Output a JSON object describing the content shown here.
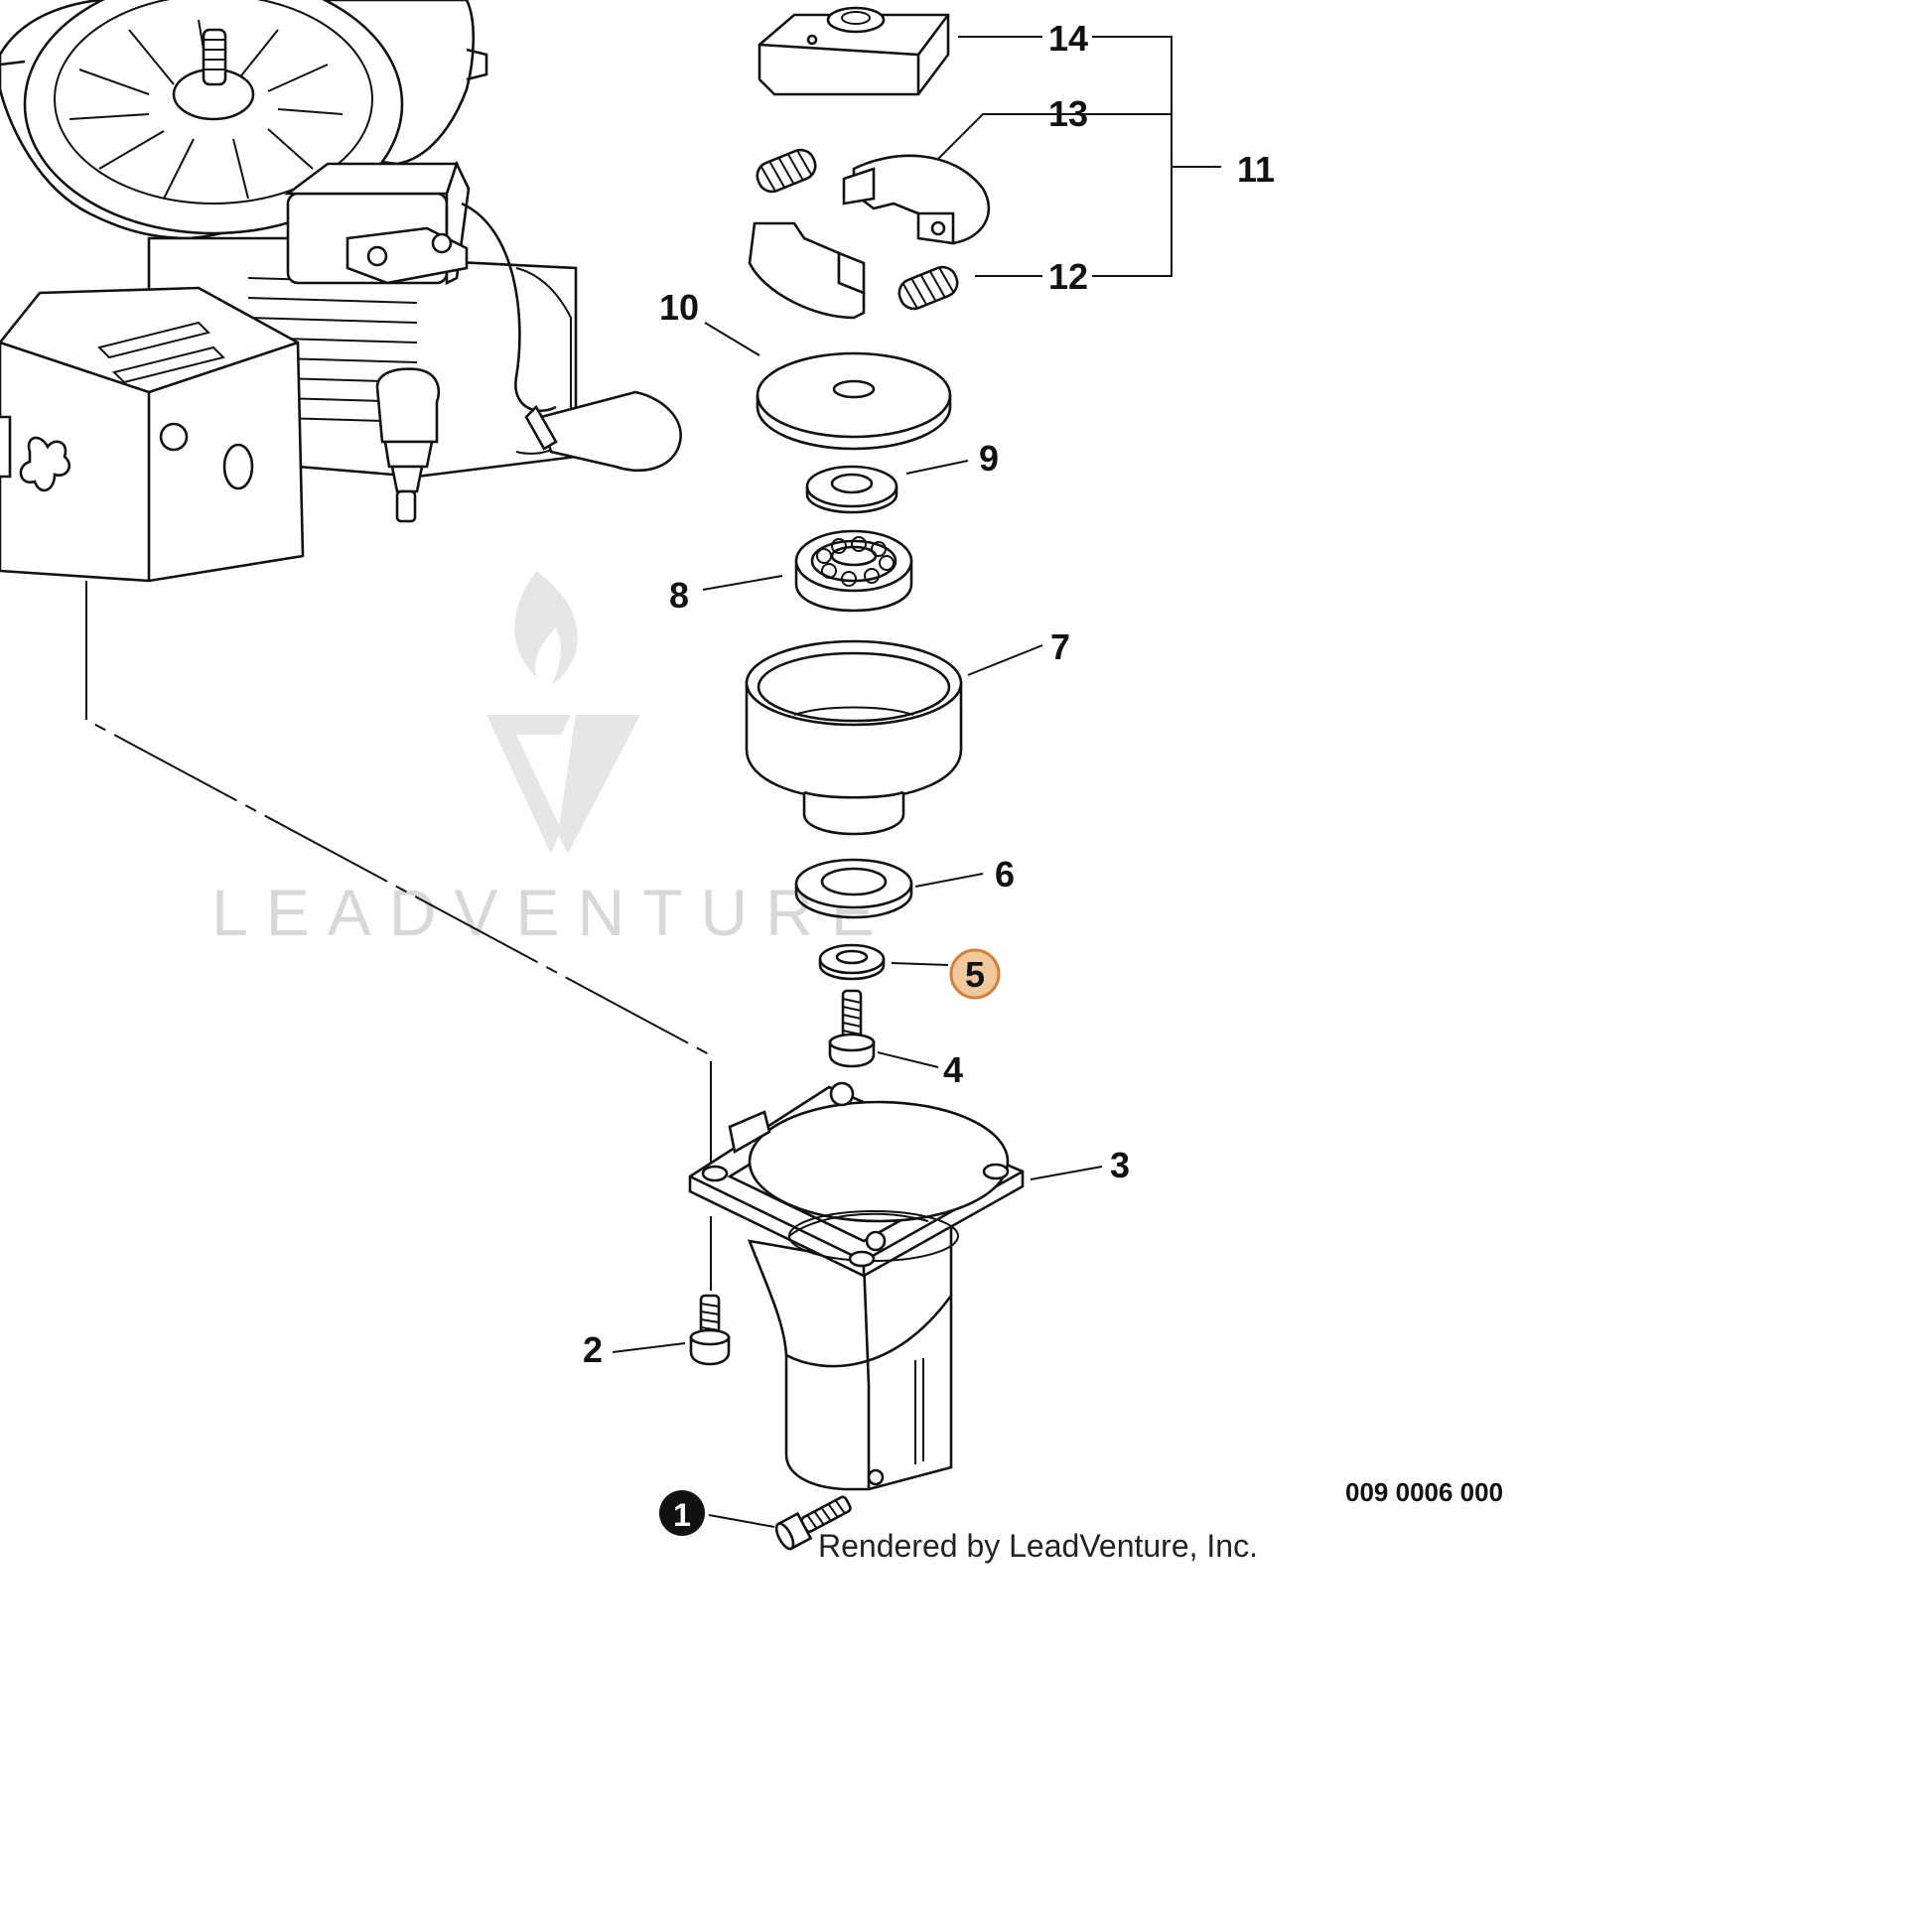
{
  "diagram": {
    "callouts": [
      {
        "id": "1",
        "label": "1",
        "style": "filled"
      },
      {
        "id": "2",
        "label": "2",
        "style": "plain"
      },
      {
        "id": "3",
        "label": "3",
        "style": "plain"
      },
      {
        "id": "4",
        "label": "4",
        "style": "plain"
      },
      {
        "id": "5",
        "label": "5",
        "style": "highlighted"
      },
      {
        "id": "6",
        "label": "6",
        "style": "plain"
      },
      {
        "id": "7",
        "label": "7",
        "style": "plain"
      },
      {
        "id": "8",
        "label": "8",
        "style": "plain"
      },
      {
        "id": "9",
        "label": "9",
        "style": "plain"
      },
      {
        "id": "10",
        "label": "10",
        "style": "plain"
      },
      {
        "id": "11",
        "label": "11",
        "style": "plain"
      },
      {
        "id": "12",
        "label": "12",
        "style": "plain"
      },
      {
        "id": "13",
        "label": "13",
        "style": "plain"
      },
      {
        "id": "14",
        "label": "14",
        "style": "plain"
      }
    ],
    "drawing_code": "009 0006 000",
    "credit": "Rendered by LeadVenture, Inc.",
    "watermark_text": "LEADVENTURE"
  },
  "colors": {
    "highlight_fill": "#f1c79c",
    "highlight_stroke": "#d2803a",
    "line": "#111111",
    "watermark": "#d8d8d8"
  },
  "icons": [
    "leadventure-logo-watermark"
  ]
}
